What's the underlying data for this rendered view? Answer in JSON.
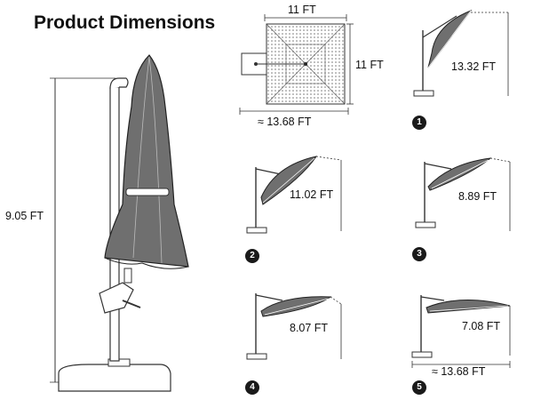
{
  "page": {
    "title": "Product Dimensions"
  },
  "main_view": {
    "height_label": "9.05 FT"
  },
  "top_view": {
    "width_label": "11 FT",
    "depth_label": "11 FT",
    "span_label": "≈ 13.68 FT"
  },
  "positions": [
    {
      "number": "1",
      "height_label": "13.32 FT"
    },
    {
      "number": "2",
      "height_label": "11.02 FT"
    },
    {
      "number": "3",
      "height_label": "8.89 FT"
    },
    {
      "number": "4",
      "height_label": "8.07 FT"
    },
    {
      "number": "5",
      "height_label": "7.08 FT",
      "span_label": "≈ 13.68 FT"
    }
  ],
  "colors": {
    "canopy": "#6f6f6f",
    "line": "#333333",
    "badge": "#1a1a1a"
  }
}
